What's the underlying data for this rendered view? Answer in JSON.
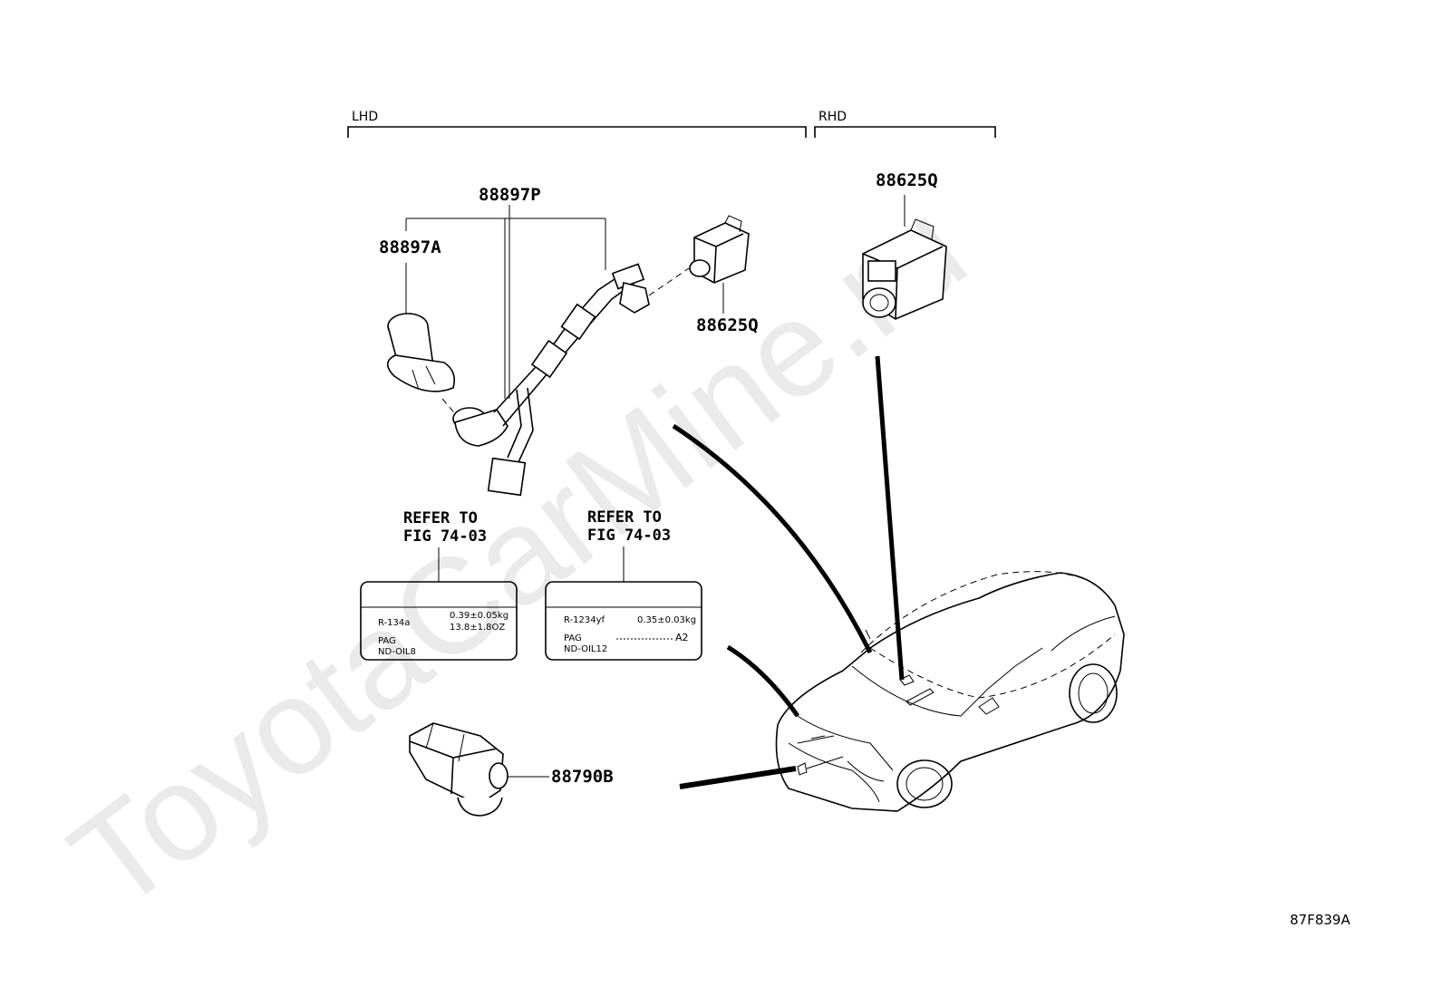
{
  "watermark": "ToyotaCarMine.ru",
  "sections": {
    "lhd": "LHD",
    "rhd": "RHD"
  },
  "parts": {
    "p88897p": "88897P",
    "p88897a": "88897A",
    "p88625q_lhd": "88625Q",
    "p88625q_rhd": "88625Q",
    "p88790b": "88790B"
  },
  "refs": {
    "left": {
      "line1": "REFER TO",
      "line2": "FIG 74-03"
    },
    "right": {
      "line1": "REFER TO",
      "line2": "FIG 74-03"
    }
  },
  "label_left": {
    "refrigerant": "R-134a",
    "amount1": "0.39±0.05kg",
    "amount2": "13.8±1.8OZ",
    "oil_type": "PAG",
    "oil_code": "ND-OIL8"
  },
  "label_right": {
    "refrigerant": "R-1234yf",
    "amount1": "0.35±0.03kg",
    "oil_type": "PAG",
    "oil_code": "ND-OIL12",
    "suffix": "A2"
  },
  "figure_id": "87F839A"
}
